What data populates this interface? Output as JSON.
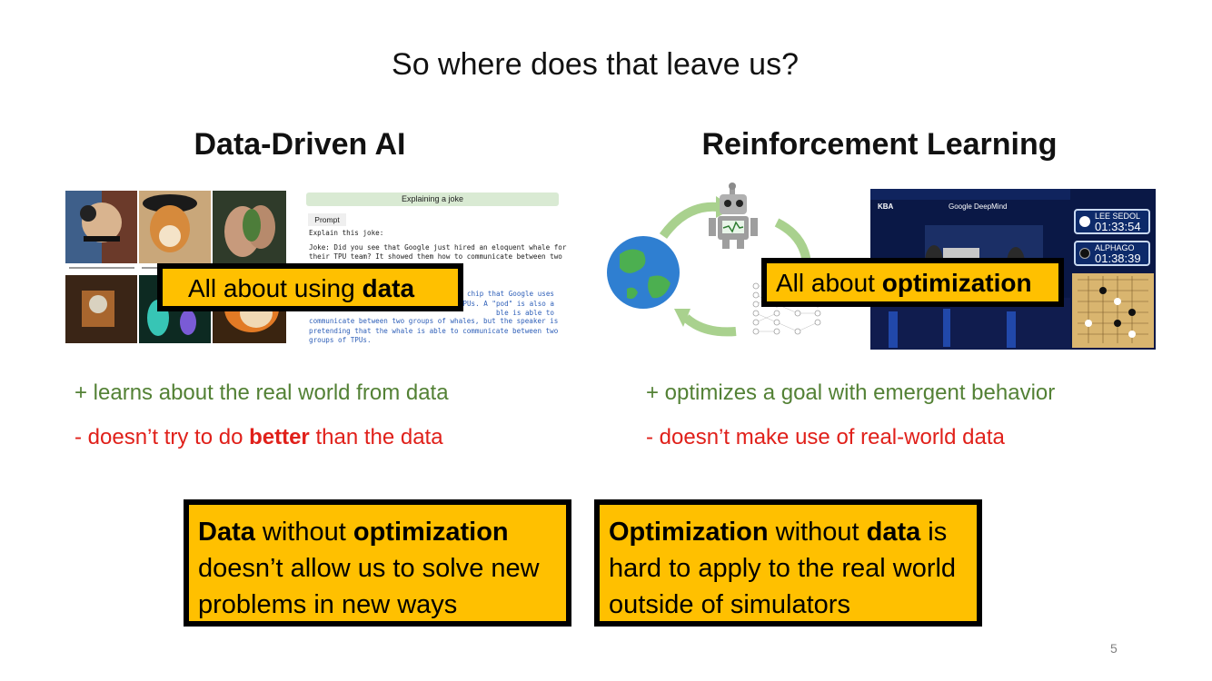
{
  "slide": {
    "title": "So where does that leave us?",
    "page_number": "5"
  },
  "left": {
    "heading": "Data-Driven AI",
    "callout": {
      "prefix": "All about using ",
      "bold": "data"
    },
    "joke_panel": {
      "header": "Explaining a joke",
      "prompt_tab": "Prompt",
      "lines": [
        "Explain this joke:",
        "",
        "Joke: Did you see that Google just hired an eloquent whale for",
        "their TPU team? It showed them how to communicate between two"
      ],
      "answer_lines": [
        "chip that Google uses",
        "TPUs. A \"pod\" is also a",
        "ble is able to",
        "communicate between two groups of whales, but the speaker is",
        "pretending that the whale is able to communicate between two",
        "groups of TPUs."
      ]
    },
    "pros": "+ learns about the real world from data",
    "cons": {
      "prefix": "- doesn’t try to do ",
      "bold": "better",
      "suffix": " than the data"
    }
  },
  "right": {
    "heading": "Reinforcement Learning",
    "callout": {
      "prefix": "All about ",
      "bold": "optimization"
    },
    "scoreboard": {
      "kba": "KBA",
      "deepmind": "Google DeepMind",
      "player1": {
        "name": "LEE SEDOL",
        "time": "01:33:54"
      },
      "player2": {
        "name": "ALPHAGO",
        "time": "01:38:39"
      }
    },
    "pros": "+ optimizes a goal with emergent behavior",
    "cons": "- doesn’t make use of real-world data"
  },
  "boxes": {
    "left": {
      "b1": "Data",
      "t1": " without ",
      "b2": "optimization",
      "t2": " doesn’t allow us to solve new problems in new ways"
    },
    "right": {
      "b1": "Optimization",
      "t1": " without ",
      "b2": "data",
      "t2": " is hard to apply to the real world outside of simulators"
    }
  },
  "colors": {
    "accent_box": "#ffc000",
    "pros_green": "#538135",
    "cons_red": "#e0201a",
    "arrow_green": "#a9d18e"
  }
}
